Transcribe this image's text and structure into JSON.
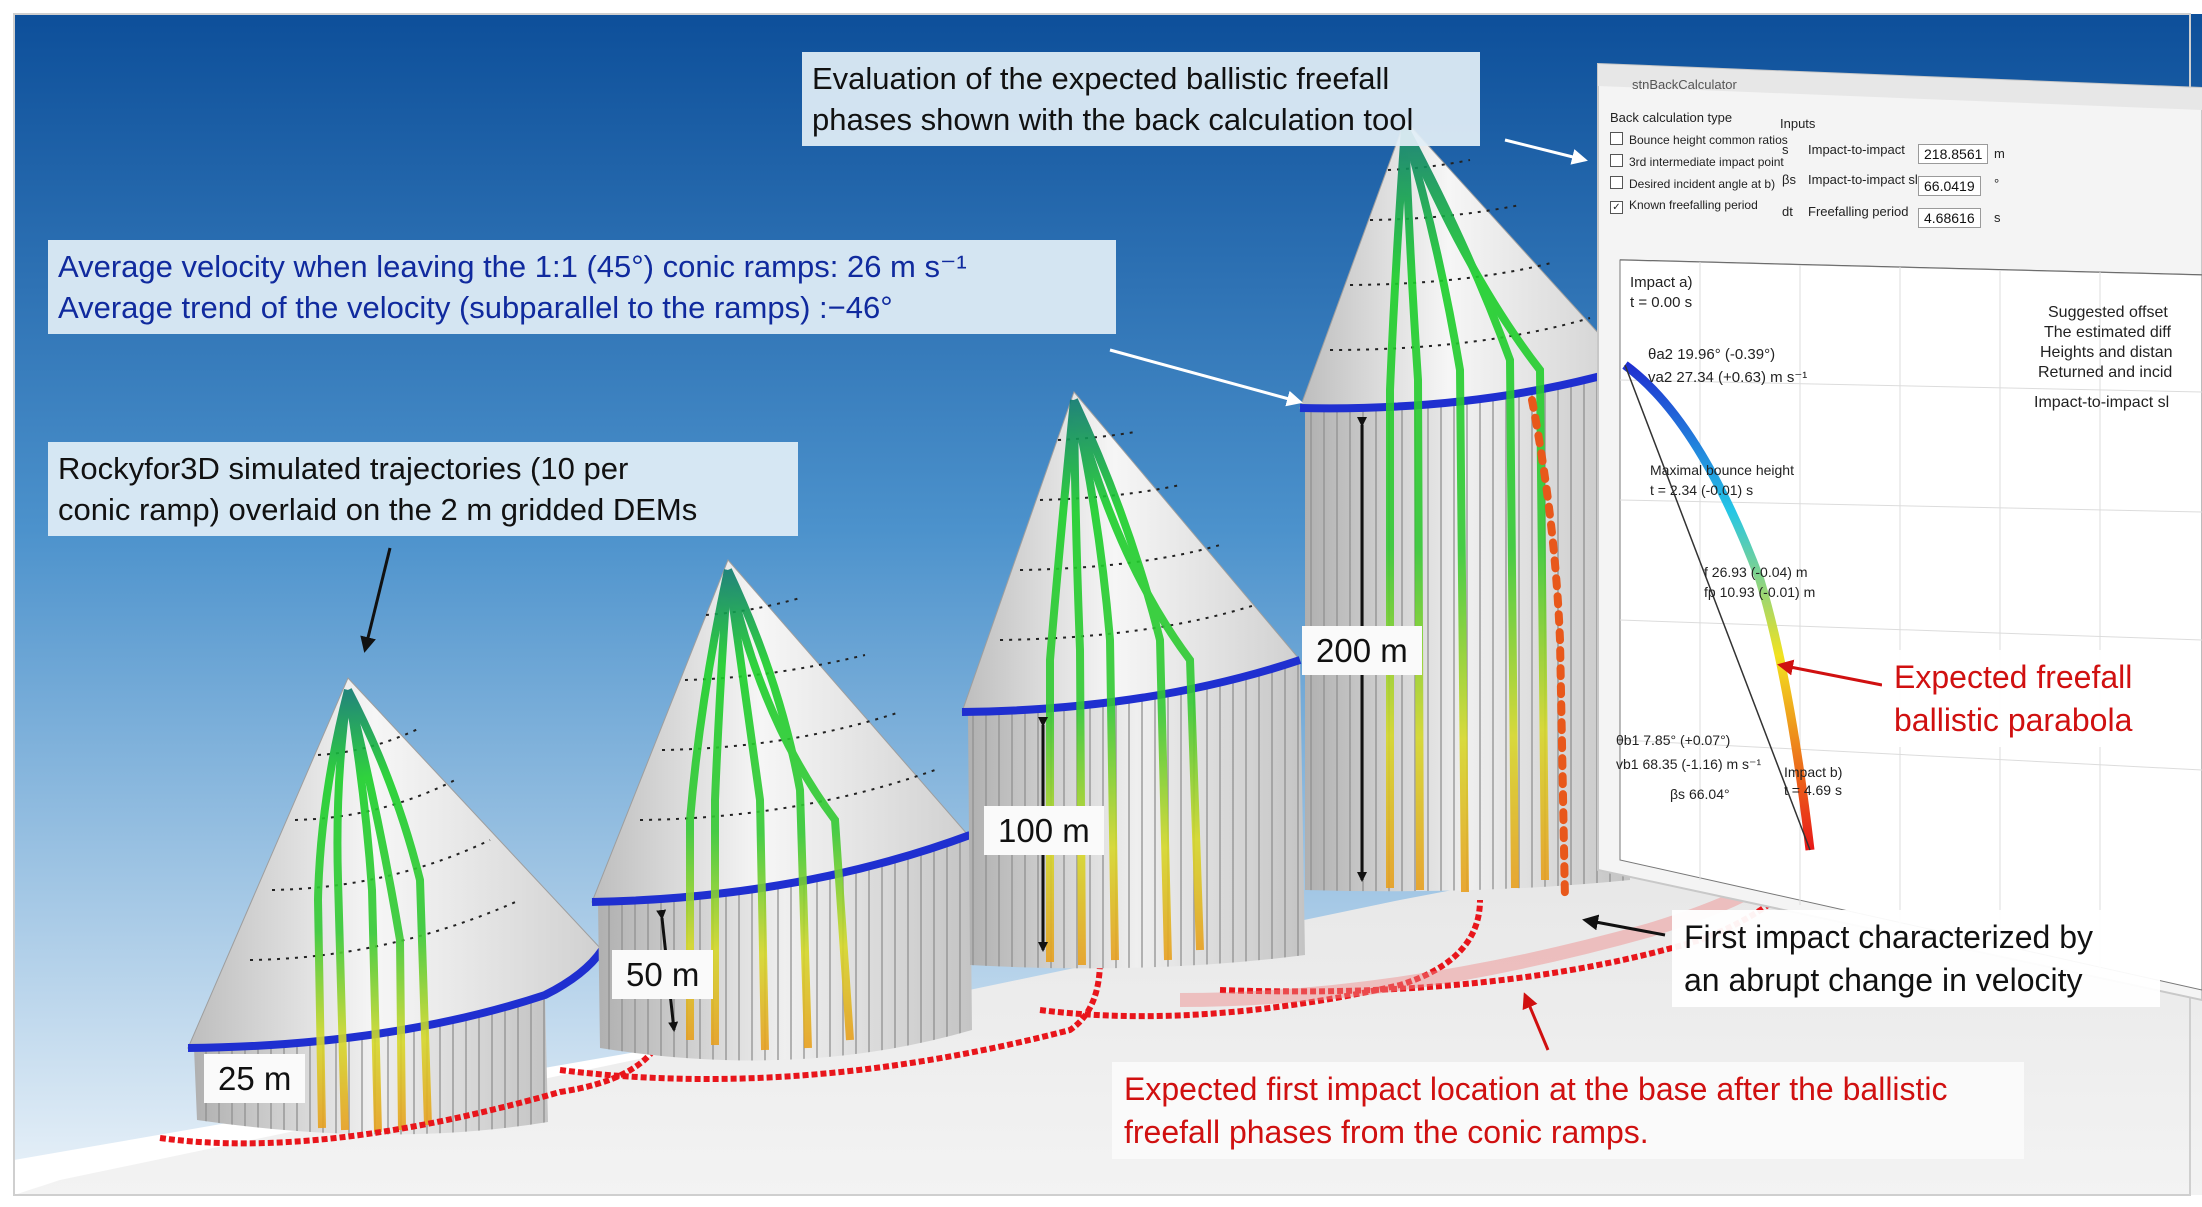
{
  "colors": {
    "sky_top": "#0d4f9a",
    "sky_bottom": "#e6f0f8",
    "ramp_edge_blue": "#1f2fd0",
    "impact_red": "#e8151b",
    "trajectory_green": "#1ec21e",
    "callout_bg": "#e1eef6",
    "dark_blue_text": "#102a9e",
    "red_text": "#d01010"
  },
  "callouts": {
    "back_calc": {
      "line1": "Evaluation of the expected ballistic freefall",
      "line2": "phases shown with the back calculation tool"
    },
    "velocity": {
      "line1": "Average velocity when leaving the 1:1 (45°) conic ramps: 26 m s⁻¹",
      "line2": "Average trend of the velocity (subparallel to the ramps) :−46°"
    },
    "rockyfor3d": {
      "line1": "Rockyfor3D simulated trajectories (10 per",
      "line2": "conic ramp) overlaid on the 2 m gridded DEMs"
    },
    "parabola": {
      "line1": "Expected freefall",
      "line2": "ballistic parabola"
    },
    "first_impact": {
      "line1": "First impact characterized by",
      "line2": "an abrupt change in velocity"
    },
    "expected_impact": {
      "line1": "Expected first impact location at the base after the ballistic",
      "line2": "freefall phases from the conic ramps."
    }
  },
  "heights": [
    "25 m",
    "50 m",
    "100 m",
    "200 m"
  ],
  "tool": {
    "window_title": "stnBackCalculator",
    "type_group": "Back calculation type",
    "options": [
      {
        "label": "Bounce height common ratios",
        "checked": false
      },
      {
        "label": "3rd intermediate impact point",
        "checked": false
      },
      {
        "label": "Desired incident angle at b)",
        "checked": false
      },
      {
        "label": "Known freefalling period",
        "checked": true
      }
    ],
    "inputs_group": "Inputs",
    "inputs": [
      {
        "symbol": "s",
        "label": "Impact-to-impact",
        "value": "218.8561",
        "unit": "m"
      },
      {
        "symbol": "βs",
        "label": "Impact-to-impact slope",
        "value": "66.0419",
        "unit": "°"
      },
      {
        "symbol": "dt",
        "label": "Freefalling period",
        "value": "4.68616",
        "unit": "s"
      }
    ],
    "plot": {
      "impact_a": "Impact a)",
      "t0": "t = 0.00 s",
      "theta_a2": "θa2 19.96° (-0.39°)",
      "v_a2": "va2 27.34 (+0.63) m s⁻¹",
      "max_bounce": "Maximal bounce height",
      "t_max": "t = 2.34 (-0.01) s",
      "f_value": "f 26.93 (-0.04) m",
      "fp_value": "fp 10.93 (-0.01) m",
      "theta_b1": "θb1 7.85° (+0.07°)",
      "v_b1": "vb1 68.35 (-1.16) m s⁻¹",
      "beta_s": "βs 66.04°",
      "impact_b": "Impact b)",
      "t_b": "t = 4.69 s"
    },
    "right_notes": [
      "Suggested offset",
      "The estimated diff",
      "Heights and distan",
      "Returned and incid",
      "Impact-to-impact sl"
    ]
  }
}
